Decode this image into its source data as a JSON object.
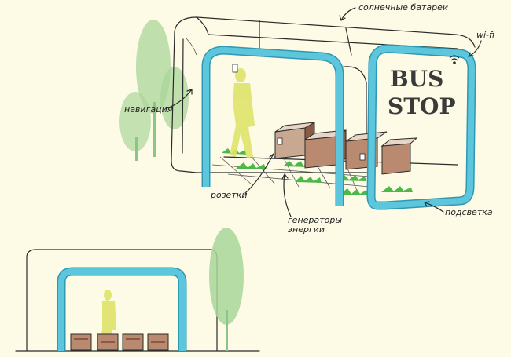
{
  "labels": {
    "solar": "солнечные батареи",
    "wifi": "wi-fi",
    "navigation": "навигация",
    "sockets": "розетки",
    "generators_line1": "генераторы",
    "generators_line2": "энергии",
    "lighting": "подсветка"
  },
  "sign": {
    "line1": "BUS",
    "line2": "STOP"
  },
  "colors": {
    "paper": "#fdfbe6",
    "frame": "#5cc6dc",
    "frame_dark": "#2f98b3",
    "tree": "#a9d69a",
    "grass": "#4cb848",
    "person": "#dfe36a",
    "box": "#8a5a44"
  },
  "icons": [
    "wifi-icon"
  ]
}
